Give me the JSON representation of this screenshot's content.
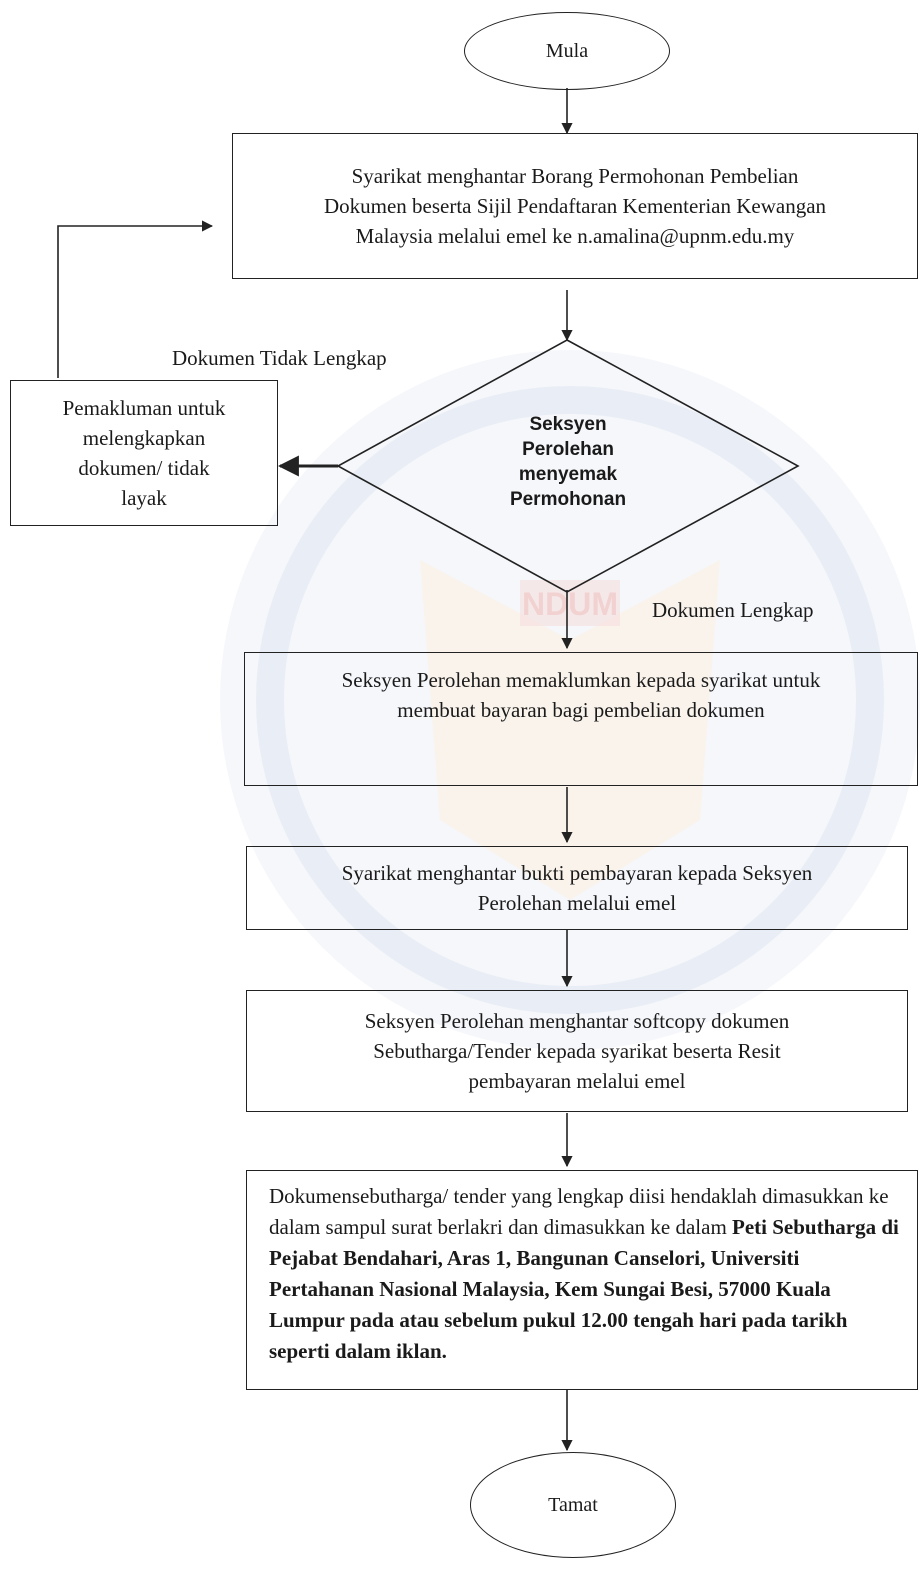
{
  "nodes": {
    "start": "Mula",
    "submit": [
      "Syarikat menghantar Borang Permohonan Pembelian",
      "Dokumen beserta Sijil Pendaftaran Kementerian Kewangan",
      "Malaysia melalui emel ke  n.amalina@upnm.edu.my"
    ],
    "check": [
      "Seksyen",
      "Perolehan",
      "menyemak",
      "Permohonan"
    ],
    "notify_incomplete": [
      "Pemakluman untuk",
      "melengkapkan",
      "dokumen/ tidak",
      "layak"
    ],
    "notify_payment": [
      "Seksyen Perolehan memaklumkan kepada syarikat untuk",
      "membuat bayaran bagi pembelian dokumen"
    ],
    "send_proof": [
      "Syarikat menghantar bukti pembayaran kepada Seksyen",
      "Perolehan melalui emel"
    ],
    "send_softcopy": [
      "Seksyen Perolehan menghantar softcopy dokumen",
      "Sebutharga/Tender kepada syarikat beserta Resit",
      "pembayaran melalui emel"
    ],
    "final_plain": "Dokumensebutharga/ tender yang lengkap diisi hendaklah dimasukkan ke dalam sampul surat berlakri dan dimasukkan ke dalam ",
    "final_bold": "Peti Sebutharga di Pejabat Bendahari, Aras 1, Bangunan Canselori, Universiti Pertahanan Nasional Malaysia, Kem Sungai Besi, 57000 Kuala Lumpur pada atau sebelum pukul 12.00 tengah hari pada tarikh seperti dalam iklan.",
    "end": "Tamat"
  },
  "edge_labels": {
    "incomplete": "Dokumen Tidak Lengkap",
    "complete": "Dokumen Lengkap"
  },
  "watermark": {
    "logo_text": "NDUM"
  }
}
